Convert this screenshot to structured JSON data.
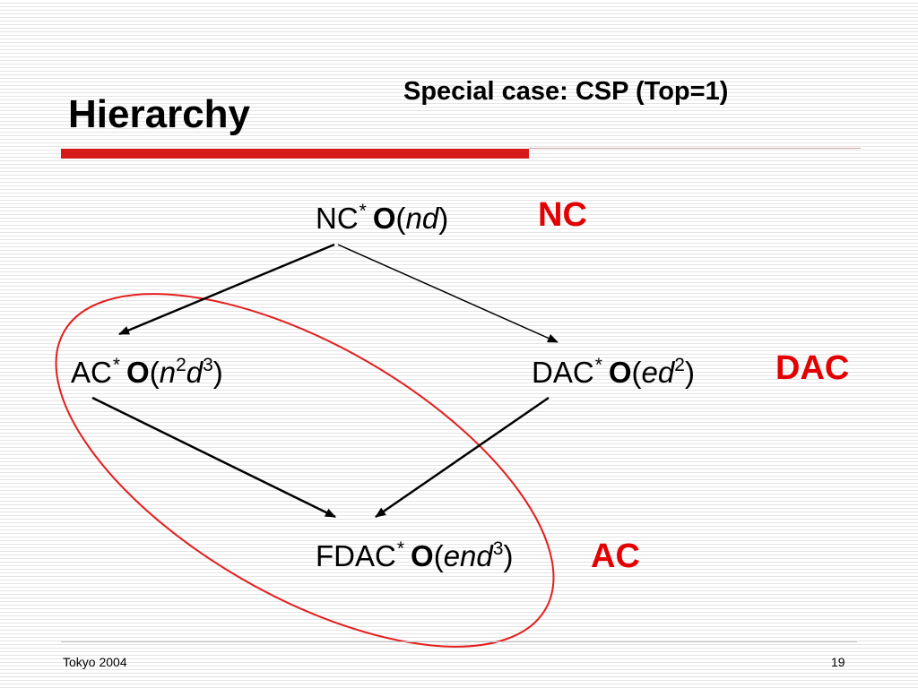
{
  "slide": {
    "title": "Hierarchy",
    "subtitle": "Special case: CSP (Top=1)"
  },
  "nodes": {
    "nc": {
      "name": "NC",
      "star": "*",
      "big_o": "O",
      "open": "(",
      "var1": "nd",
      "close": ")"
    },
    "ac": {
      "name": "AC",
      "star": "*",
      "big_o": "O",
      "open": "(",
      "var1": "n",
      "exp1": "2",
      "var2": "d",
      "exp2": "3",
      "close": ")"
    },
    "dac": {
      "name": "DAC",
      "star": "*",
      "big_o": "O",
      "open": "(",
      "var1": "ed",
      "exp1": "2",
      "close": ")"
    },
    "fdac": {
      "name": "FDAC",
      "star": "*",
      "big_o": "O",
      "open": "(",
      "var1": "end",
      "exp1": "3",
      "close": ")"
    }
  },
  "labels": {
    "nc": "NC",
    "dac": "DAC",
    "ac": "AC"
  },
  "colors": {
    "accent_red": "#e30000",
    "title_bar": "#d61a1a",
    "ellipse": "#e41e1e"
  },
  "footer": {
    "left": "Tokyo 2004",
    "page_number": "19"
  }
}
